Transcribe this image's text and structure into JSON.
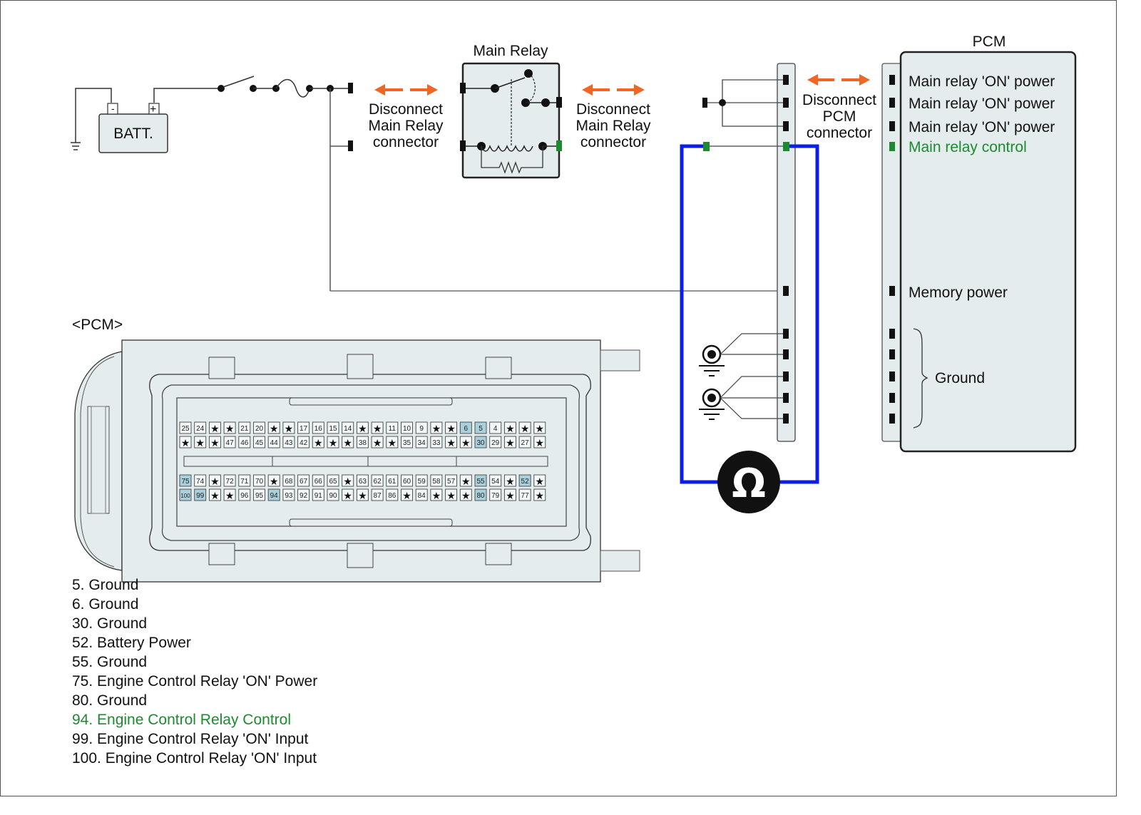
{
  "battery": {
    "label": "BATT.",
    "neg": "-",
    "pos": "+"
  },
  "main_relay": {
    "title": "Main Relay"
  },
  "disconnect_left": [
    "Disconnect",
    "Main Relay",
    "connector"
  ],
  "disconnect_right": [
    "Disconnect",
    "Main Relay",
    "connector"
  ],
  "disconnect_pcm": [
    "Disconnect",
    "PCM",
    "connector"
  ],
  "pcm_block": {
    "title": "PCM",
    "pins": [
      {
        "label": "Main relay 'ON' power",
        "highlight": false
      },
      {
        "label": "Main relay 'ON' power",
        "highlight": false
      },
      {
        "label": "Main relay 'ON' power",
        "highlight": false
      },
      {
        "label": "Main relay control",
        "highlight": true
      },
      {
        "label": "Memory power",
        "highlight": false
      }
    ],
    "ground_label": "Ground"
  },
  "meter": {
    "symbol": "Ω",
    "icon": "ohmmeter-icon"
  },
  "connector_view": {
    "title": "<PCM>",
    "rows": [
      [
        "25",
        "24",
        "*",
        "*",
        "21",
        "20",
        "*",
        "*",
        "17",
        "16",
        "15",
        "14",
        "*",
        "*",
        "11",
        "10",
        "9",
        "*",
        "*",
        "6",
        "5",
        "4",
        "*",
        "*",
        "*"
      ],
      [
        "*",
        "*",
        "*",
        "47",
        "46",
        "45",
        "44",
        "43",
        "42",
        "*",
        "*",
        "*",
        "38",
        "*",
        "*",
        "35",
        "34",
        "33",
        "*",
        "*",
        "30",
        "29",
        "*",
        "27",
        "*"
      ],
      [
        "75",
        "74",
        "*",
        "72",
        "71",
        "70",
        "*",
        "68",
        "67",
        "66",
        "65",
        "*",
        "63",
        "62",
        "61",
        "60",
        "59",
        "58",
        "57",
        "*",
        "55",
        "54",
        "*",
        "52",
        "*"
      ],
      [
        "100",
        "99",
        "*",
        "*",
        "96",
        "95",
        "94",
        "93",
        "92",
        "91",
        "90",
        "*",
        "*",
        "87",
        "86",
        "*",
        "84",
        "*",
        "*",
        "*",
        "80",
        "79",
        "*",
        "77",
        "*"
      ]
    ],
    "highlighted_pins": [
      "6",
      "5",
      "30",
      "75",
      "55",
      "52",
      "100",
      "99",
      "94",
      "80"
    ]
  },
  "pin_legend": [
    {
      "text": "5. Ground",
      "highlight": false
    },
    {
      "text": "6. Ground",
      "highlight": false
    },
    {
      "text": "30. Ground",
      "highlight": false
    },
    {
      "text": "52. Battery Power",
      "highlight": false
    },
    {
      "text": "55. Ground",
      "highlight": false
    },
    {
      "text": "75. Engine Control Relay 'ON' Power",
      "highlight": false
    },
    {
      "text": "80. Ground",
      "highlight": false
    },
    {
      "text": "94. Engine Control Relay Control",
      "highlight": true
    },
    {
      "text": "99. Engine Control Relay 'ON' Input",
      "highlight": false
    },
    {
      "text": "100. Engine Control Relay 'ON' Input",
      "highlight": false
    }
  ],
  "colors": {
    "arrow": "#f26522",
    "probe_wire": "#0a1ee6",
    "highlight_green": "#1e8a2e",
    "panel_fill": "#e4ecee",
    "pin_highlight": "#a9d0dc"
  }
}
